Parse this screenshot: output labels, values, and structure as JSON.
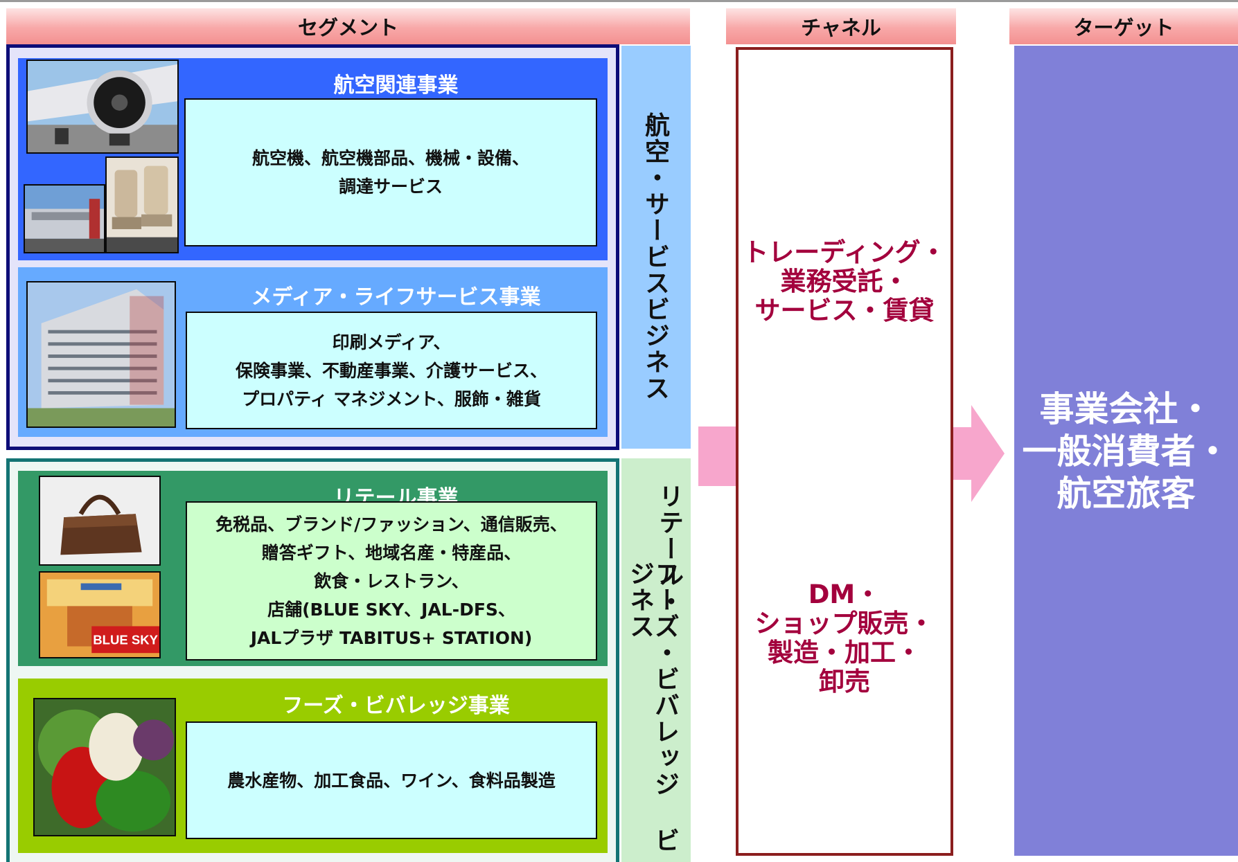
{
  "headers": {
    "segment": "セグメント",
    "channel": "チャネル",
    "target": "ターゲット"
  },
  "groups": {
    "aviation_service": "航空・サービスビジネス",
    "retail_food_line1": "リテール・",
    "retail_food_line2": "フーズ・ビバレッジ ビジネス"
  },
  "segments": {
    "aviation": {
      "title": "航空関連事業",
      "lines": [
        "航空機、航空機部品、機械・設備、",
        "調達サービス"
      ]
    },
    "media": {
      "title": "メディア・ライフサービス事業",
      "lines": [
        "印刷メディア、",
        "保険事業、不動産事業、介護サービス、",
        "プロパティ マネジメント、服飾・雑貨"
      ]
    },
    "retail": {
      "title": "リテール事業",
      "lines": [
        "免税品、ブランド/ファッション、通信販売、",
        "贈答ギフト、地域名産・特産品、",
        "飲食・レストラン、",
        "店舗(BLUE SKY、JAL-DFS、",
        "JALプラザ TABITUS+ STATION)"
      ]
    },
    "food": {
      "title": "フーズ・ビバレッジ事業",
      "lines": [
        "農水産物、加工食品、ワイン、食料品製造"
      ]
    }
  },
  "photos": {
    "shop_sign": "BLUE SKY"
  },
  "channels": {
    "upper": [
      "トレーディング・",
      "業務受託・",
      "サービス・賃貸"
    ],
    "lower": [
      "DM・",
      "ショップ販売・",
      "製造・加工・",
      "卸売"
    ]
  },
  "target": [
    "事業会社・",
    "一般消費者・",
    "航空旅客"
  ],
  "colors": {
    "header_pink": "#f8a8a8",
    "aviation_blue": "#3366ff",
    "media_blue": "#66aaff",
    "retail_green": "#339966",
    "food_green": "#99cc00",
    "channel_text": "#a3003d",
    "target_purple": "#8080d8",
    "arrow_pink": "#f7a6cc"
  }
}
